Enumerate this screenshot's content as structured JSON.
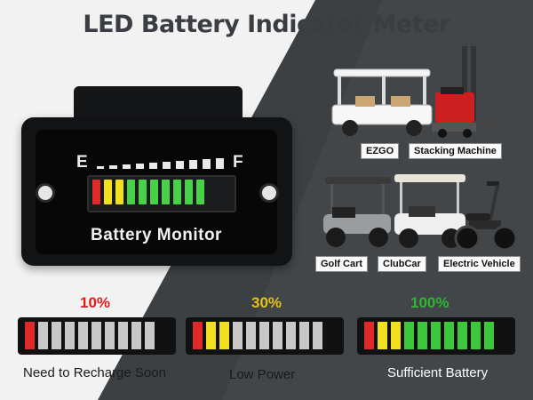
{
  "title": "LED Battery Indicator Meter",
  "meter": {
    "empty_label": "E",
    "full_label": "F",
    "label": "Battery Monitor",
    "led_colors": [
      "#e02a2a",
      "#f0e020",
      "#f0e020",
      "#4ad14a",
      "#4ad14a",
      "#4ad14a",
      "#4ad14a",
      "#4ad14a",
      "#4ad14a",
      "#4ad14a"
    ]
  },
  "vehicles": [
    {
      "label": "EZGO",
      "icon": "golf-shuttle-photo"
    },
    {
      "label": "Stacking Machine",
      "icon": "forklift-stacker-photo"
    },
    {
      "label": "Golf Cart",
      "icon": "golf-cart-photo"
    },
    {
      "label": "ClubCar",
      "icon": "clubcar-photo"
    },
    {
      "label": "Electric Vehicle",
      "icon": "electric-scooter-photo"
    }
  ],
  "indicators": [
    {
      "percent": "10%",
      "percent_color": "#e11b1b",
      "caption": "Need to Recharge Soon",
      "lit": 1,
      "cell_colors": [
        "#e02a2a",
        "#c8c8c8",
        "#c8c8c8",
        "#c8c8c8",
        "#c8c8c8",
        "#c8c8c8",
        "#c8c8c8",
        "#c8c8c8",
        "#c8c8c8",
        "#c8c8c8"
      ]
    },
    {
      "percent": "30%",
      "percent_color": "#e3c21c",
      "caption": "Low Power",
      "lit": 3,
      "cell_colors": [
        "#e02a2a",
        "#f0e020",
        "#f0e020",
        "#c8c8c8",
        "#c8c8c8",
        "#c8c8c8",
        "#c8c8c8",
        "#c8c8c8",
        "#c8c8c8",
        "#c8c8c8"
      ]
    },
    {
      "percent": "100%",
      "percent_color": "#2fb52f",
      "caption": "Sufficient Battery",
      "lit": 10,
      "cell_colors": [
        "#e02a2a",
        "#f0e020",
        "#f0e020",
        "#3cc73c",
        "#3cc73c",
        "#3cc73c",
        "#3cc73c",
        "#3cc73c",
        "#3cc73c",
        "#3cc73c"
      ]
    }
  ]
}
